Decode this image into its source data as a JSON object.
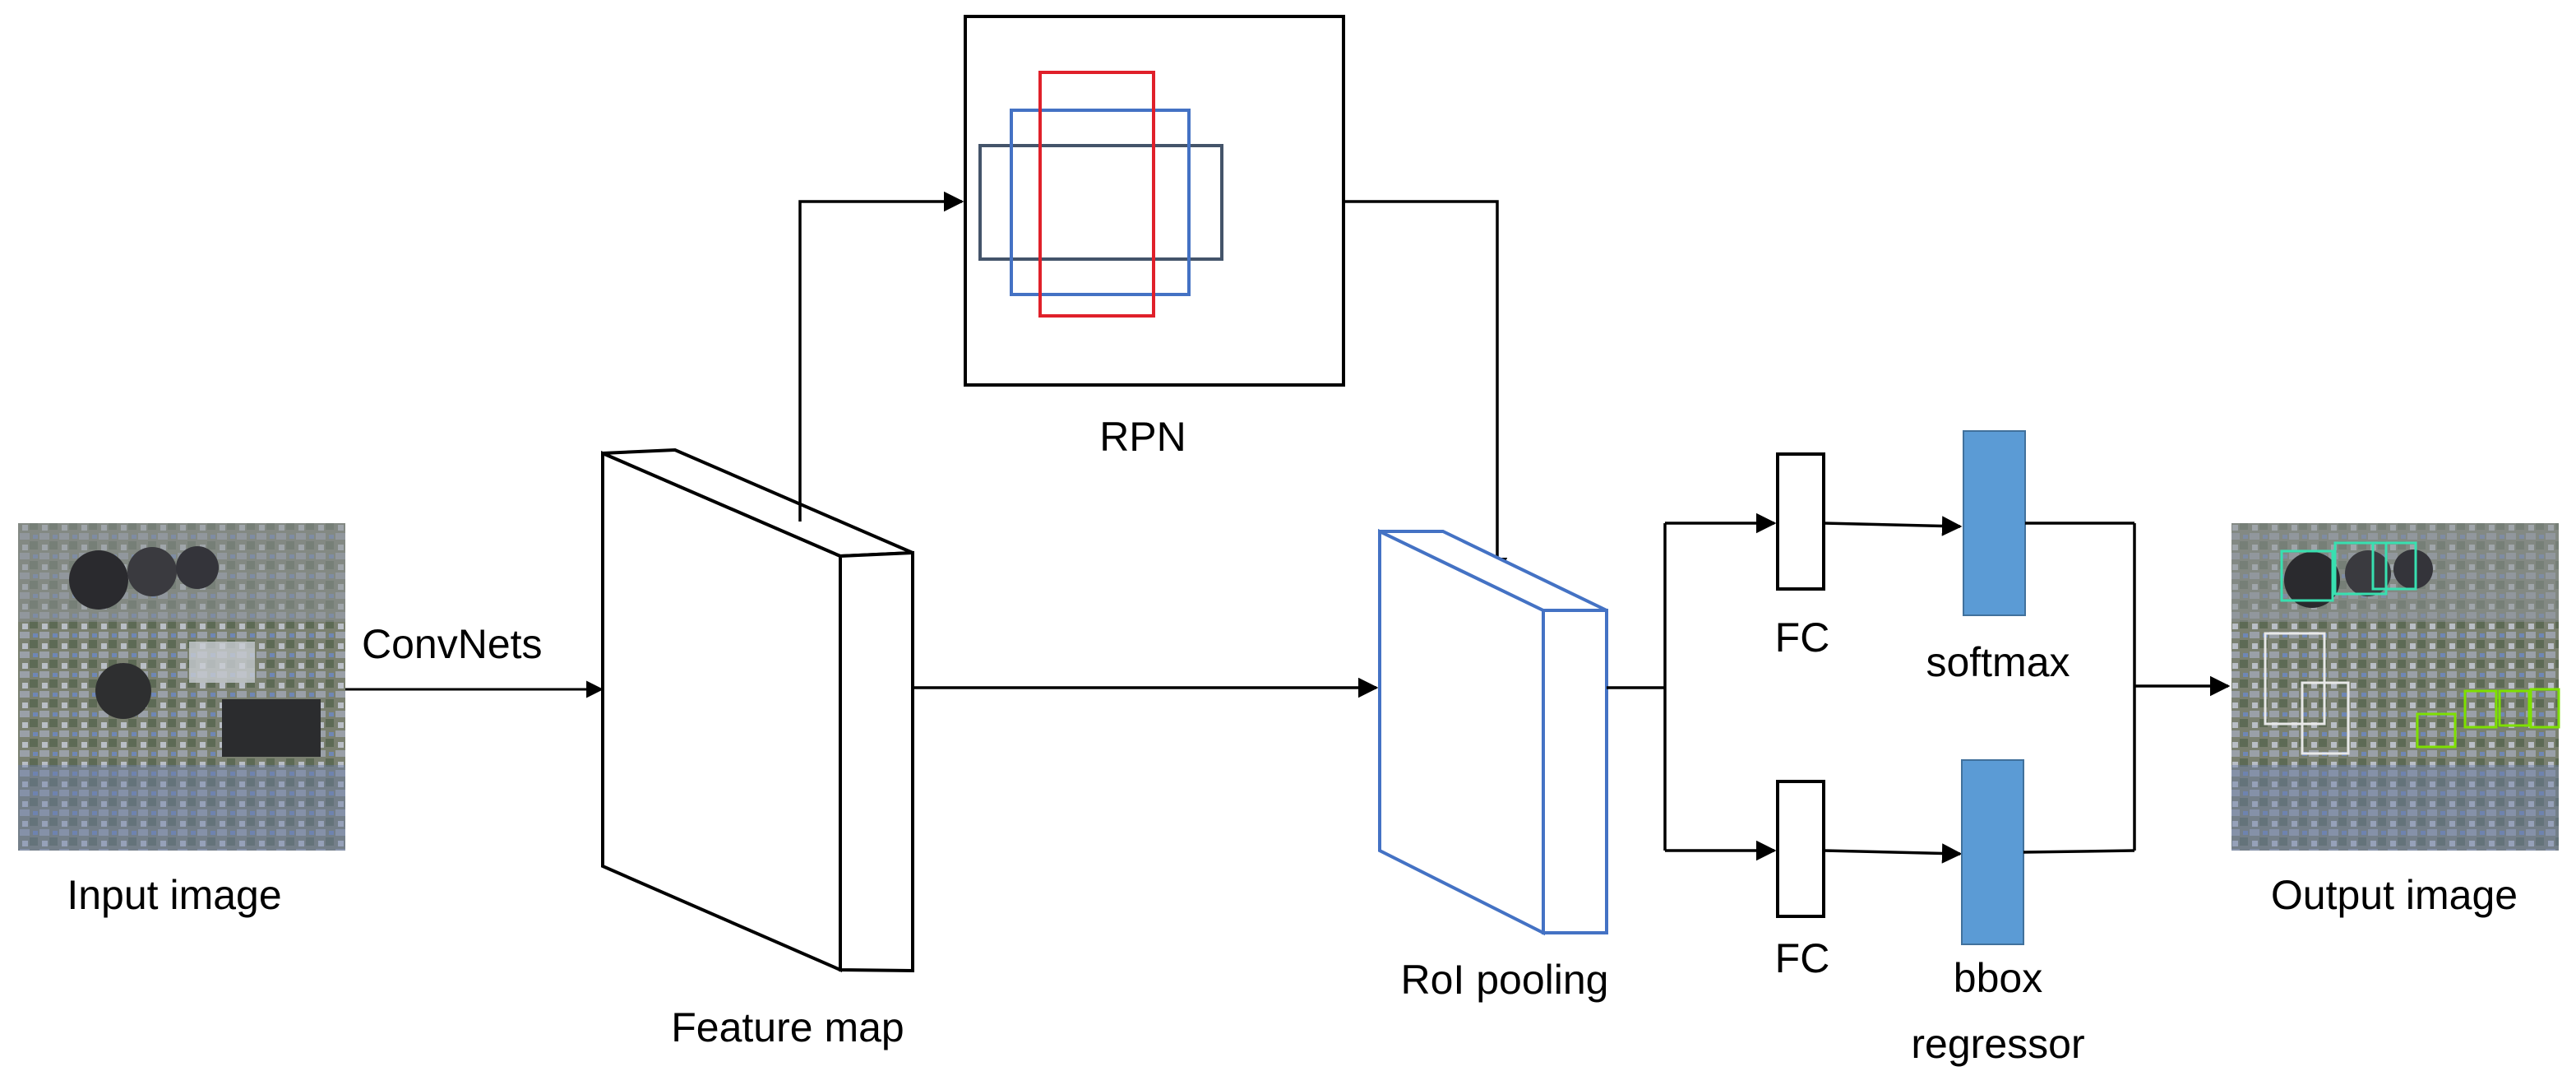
{
  "labels": {
    "input_image": "Input image",
    "convnets": "ConvNets",
    "feature_map": "Feature map",
    "rpn": "RPN",
    "roi_pooling": "RoI pooling",
    "fc_top": "FC",
    "fc_bottom": "FC",
    "softmax": "softmax",
    "bbox_line1": "bbox",
    "bbox_line2": "regressor",
    "output_image": "Output image"
  },
  "colors": {
    "line": "#000000",
    "anchor_red": "#e0202a",
    "anchor_blue": "#4472c4",
    "anchor_slate": "#44546a",
    "roi_blue": "#4472c4",
    "classifier_fill": "#5b9bd5"
  }
}
